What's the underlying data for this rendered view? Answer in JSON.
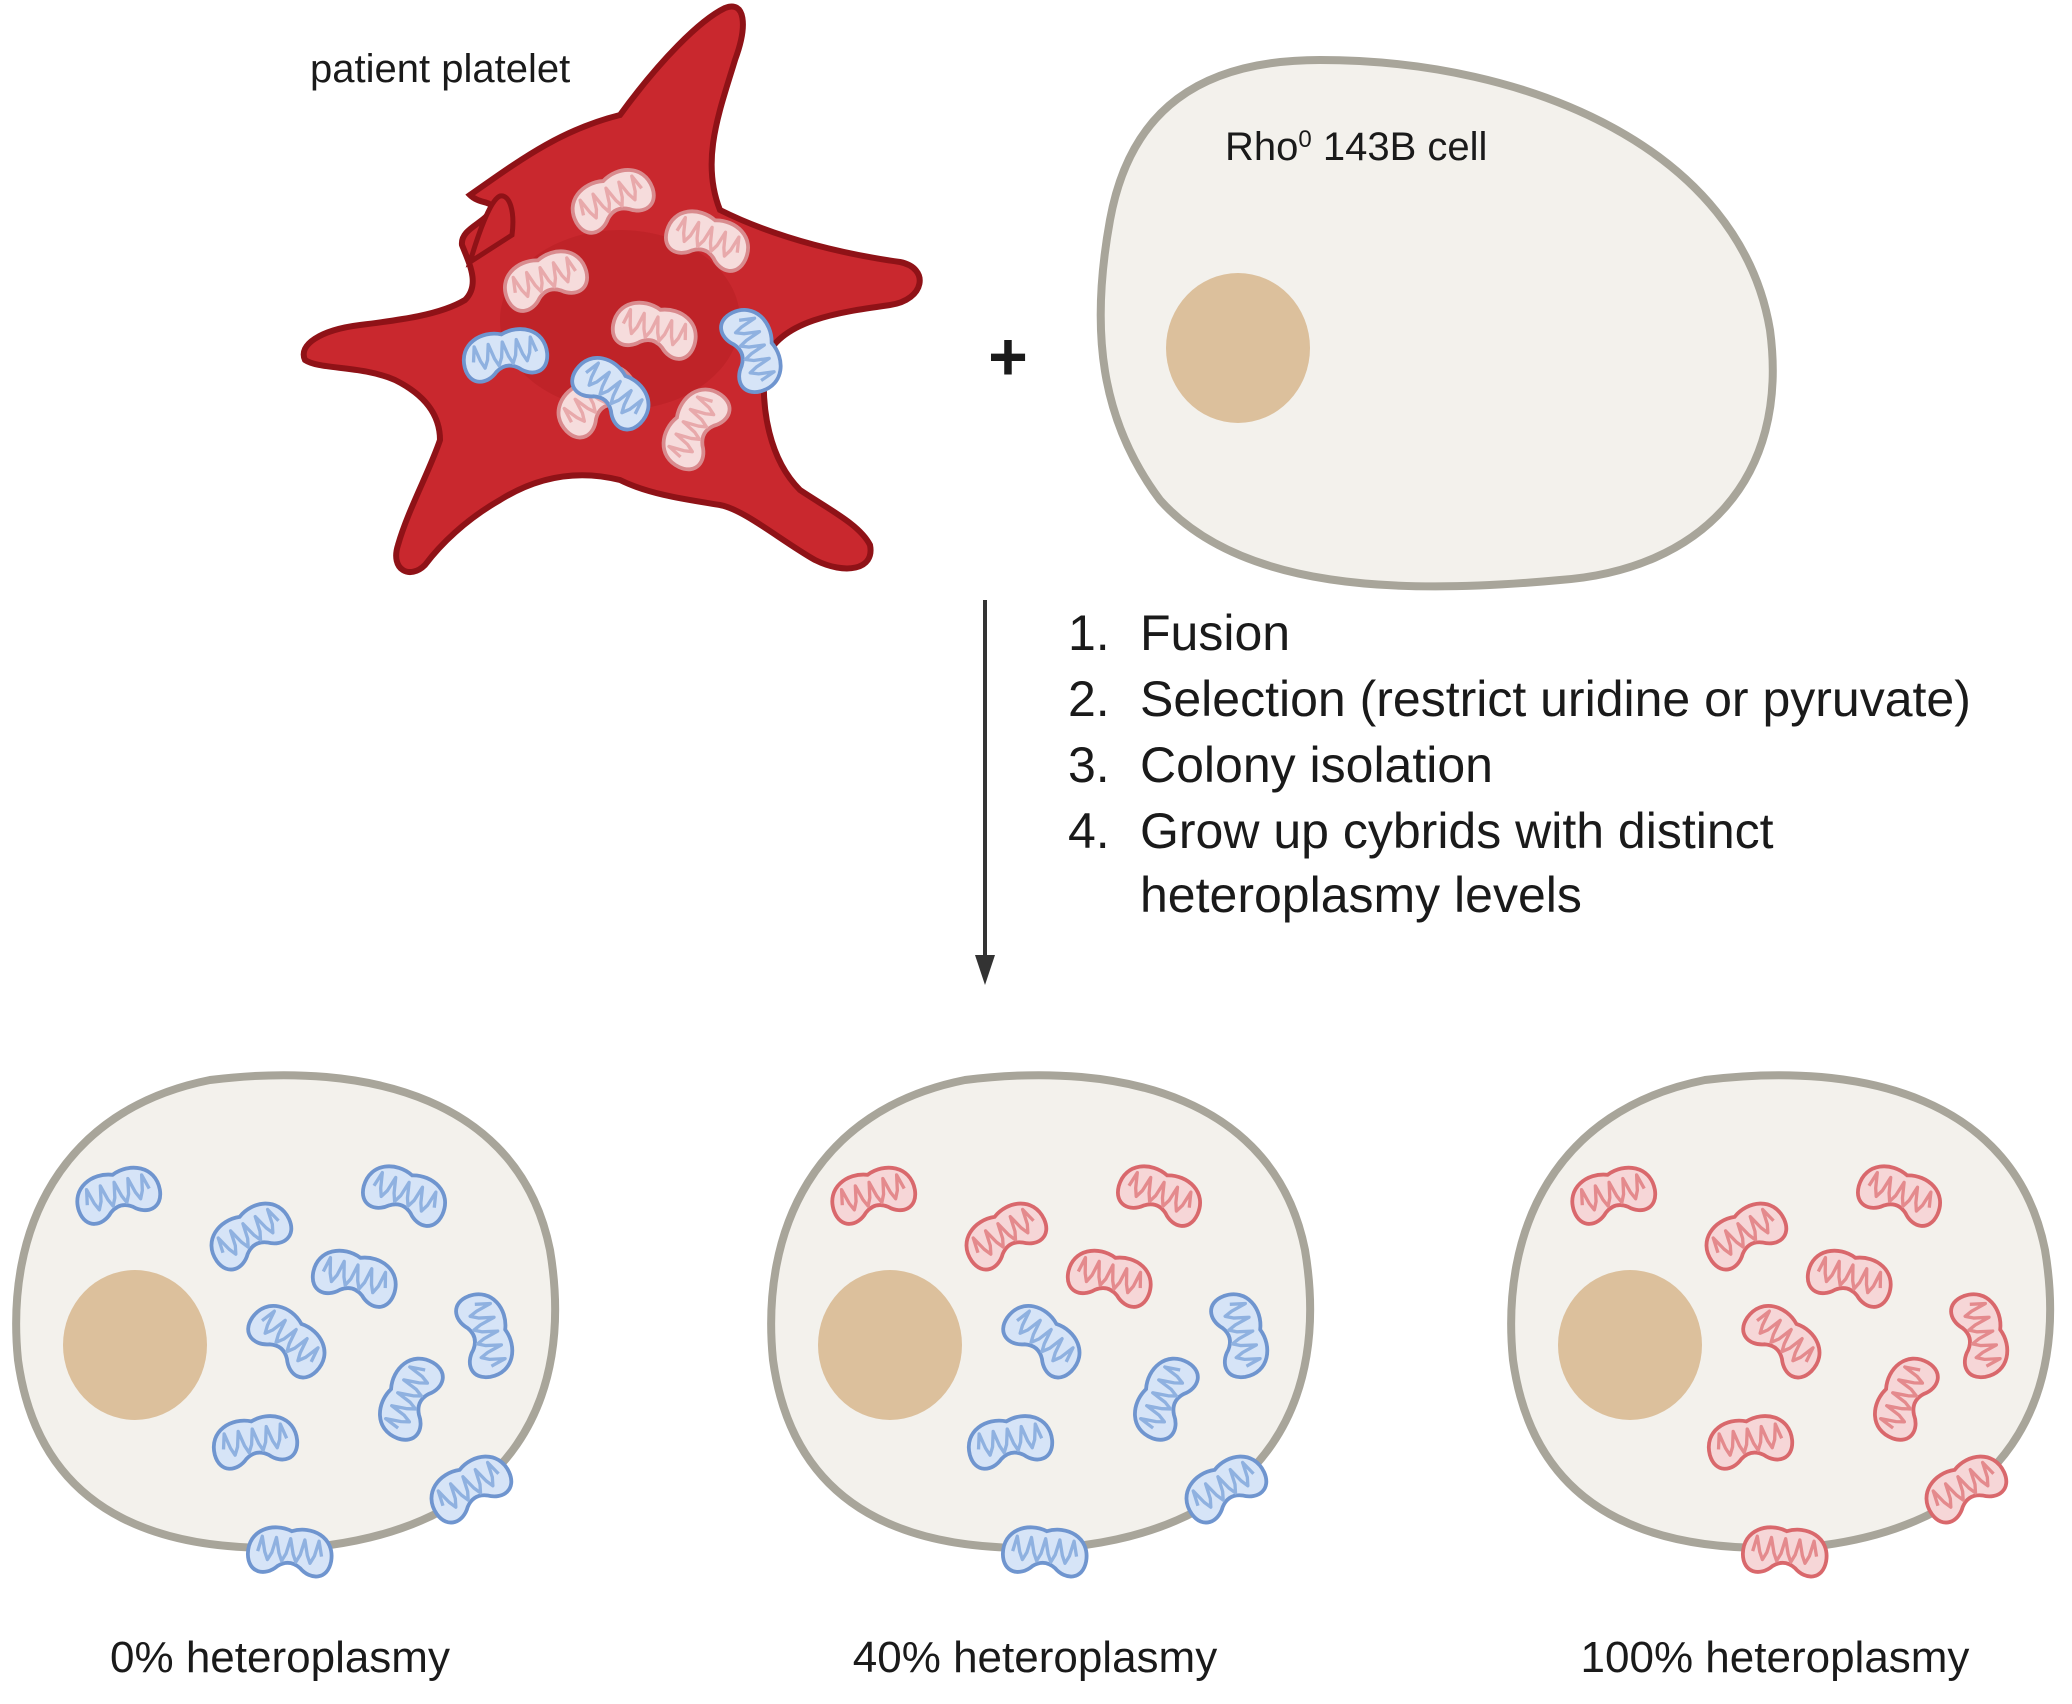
{
  "platelet": {
    "label": "patient platelet",
    "mitochondria": [
      "mutant",
      "mutant",
      "mutant",
      "mutant",
      "mutant",
      "wildtype",
      "wildtype",
      "wildtype",
      "mutant"
    ]
  },
  "plus_sign": "+",
  "rho_cell": {
    "label_main": "Rho",
    "label_sup": "0",
    "label_rest": " 143B cell"
  },
  "steps": {
    "n1": "1.",
    "t1": "Fusion",
    "n2": "2.",
    "t2": "Selection (restrict uridine or pyruvate)",
    "n3": "3.",
    "t3": "Colony isolation",
    "n4": "4.",
    "t4a": "Grow up cybrids with distinct",
    "t4b": "heteroplasmy levels"
  },
  "cybrids": [
    {
      "label": "0% heteroplasmy",
      "heteroplasmy_percent": 0
    },
    {
      "label": "40% heteroplasmy",
      "heteroplasmy_percent": 40
    },
    {
      "label": "100% heteroplasmy",
      "heteroplasmy_percent": 100
    }
  ],
  "colors": {
    "platelet_fill": "#c9282e",
    "platelet_edge": "#8f1217",
    "cell_fill": "#f3f1ec",
    "cell_edge": "#a8a59a",
    "nucleus": "#dcc09c",
    "wildtype_mito": "#8fb1e0",
    "mutant_mito": "#e48a8d",
    "platelet_mutant_mito": "#eeb8b8",
    "arrow": "#333333"
  }
}
